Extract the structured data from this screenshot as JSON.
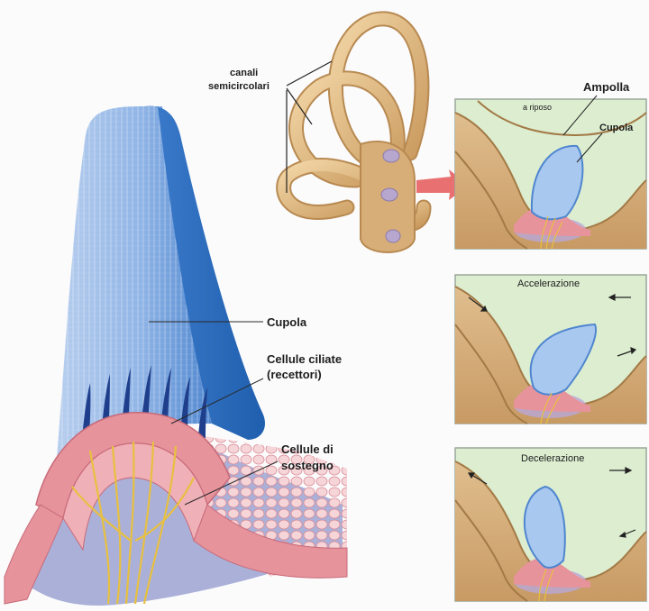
{
  "labels": {
    "canali_line1": "canali",
    "canali_line2": "semicircolari",
    "cupola": "Cupola",
    "cellule_ciliate_line1": "Cellule ciliate",
    "cellule_ciliate_line2": "(recettori)",
    "cellule_sostegno_line1": "Cellule di",
    "cellule_sostegno_line2": "sostegno"
  },
  "panels": {
    "rest": {
      "state": "a riposo",
      "ampolla": "Ampolla",
      "cupola": "Cupola"
    },
    "acceleration": {
      "state": "Accelerazione"
    },
    "deceleration": {
      "state": "Decelerazione"
    }
  },
  "colors": {
    "cupola_blue": "#6fa3df",
    "cupola_dark": "#2f6fc0",
    "epithelium": "#e88e98",
    "nerve": "#e8c040",
    "canal_tan": "#d8ae78",
    "panel_bg": "#dcedd0",
    "arrow_red": "#e87070"
  }
}
